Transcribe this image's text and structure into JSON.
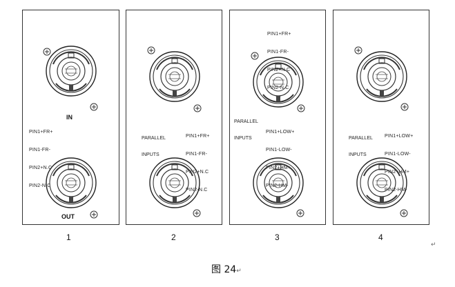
{
  "panels": [
    {
      "number": "1",
      "in_label": "IN",
      "out_label": "OUT",
      "pin_labels": [
        "PIN1+FR+",
        "PIN1-FR-",
        "PIN2+N.C",
        "PIN2-N.C"
      ]
    },
    {
      "number": "2",
      "parallel_label": [
        "PARALLEL",
        "INPUTS"
      ],
      "pin_labels": [
        "PIN1+FR+",
        "PIN1-FR-",
        "PIN2+N.C",
        "PIN2-N.C"
      ]
    },
    {
      "number": "3",
      "top_pin_labels": [
        "PIN1+FR+",
        "PIN1-FR-",
        "PIN2+N.C",
        "PIN2-N.C"
      ],
      "parallel_label": [
        "PARALLEL",
        "INPUTS"
      ],
      "pin_labels": [
        "PIN1+LOW+",
        "PIN1-LOW-",
        "PIN2+HM+",
        "PIN2-HM-"
      ]
    },
    {
      "number": "4",
      "parallel_label": [
        "PARALLEL",
        "INPUTS"
      ],
      "pin_labels": [
        "PIN1+LOW+",
        "PIN1-LOW-",
        "PIN2+HM+",
        "PIN2-HM-"
      ]
    }
  ],
  "caption": "图 24",
  "return_mark": "↵"
}
